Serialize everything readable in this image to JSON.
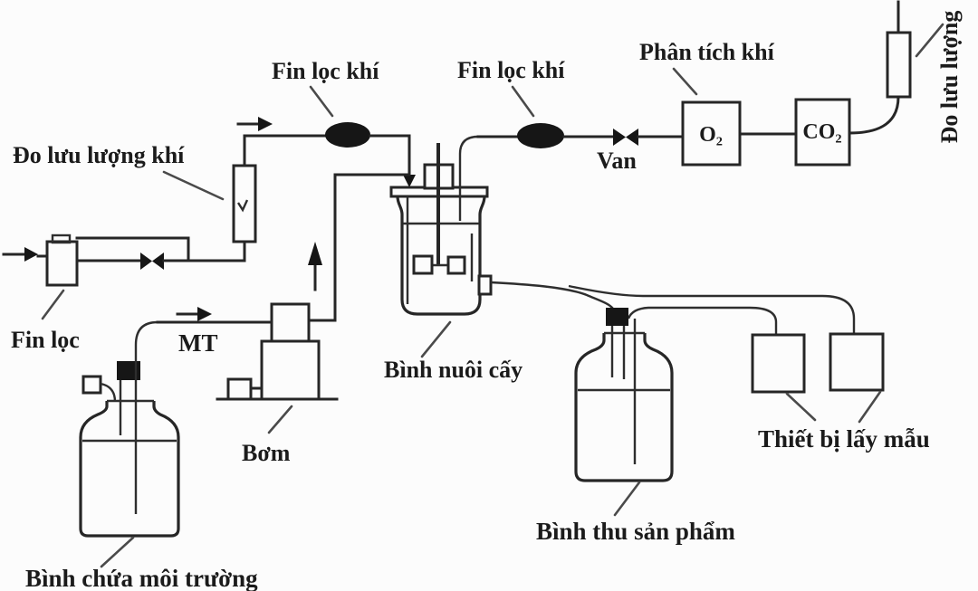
{
  "diagram": {
    "description": "Fermentation / cell culture process flow diagram (Vietnamese labels)",
    "labels": {
      "inlet_filter": "Fin lọc",
      "flow_meter_in": "Đo lưu lượng khí",
      "air_filter_1": "Fin lọc khí",
      "air_filter_2": "Fin lọc khí",
      "gas_analysis": "Phân tích khí",
      "o2": "O₂",
      "co2": "CO₂",
      "valve": "Van",
      "flow_meter_out": "Đo lưu lượng",
      "medium_abbr": "MT",
      "pump": "Bơm",
      "culture_vessel": "Bình nuôi cấy",
      "product_bottle": "Bình thu sản phẩm",
      "sampling_device": "Thiết bị lấy mẫu",
      "medium_bottle": "Bình chứa môi trường"
    },
    "colors": {
      "line": "#262626",
      "fill_black": "#161616",
      "text": "#1b1b1b",
      "background": "#fcfcfc"
    }
  }
}
